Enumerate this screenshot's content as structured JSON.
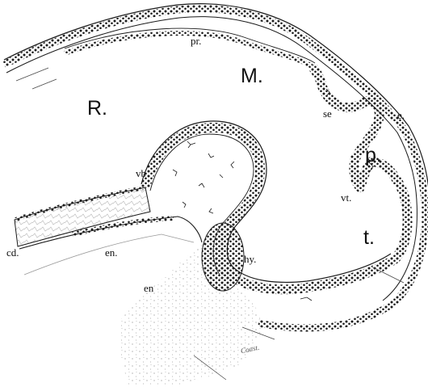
{
  "figure": {
    "labels": {
      "pr": "pr.",
      "M": "M.",
      "R": "R.",
      "se": "se",
      "e": "e.",
      "p": "p.",
      "vt": "vt.",
      "t": "t.",
      "vb": "vb",
      "cd": "cd.",
      "en1": "en.",
      "en2": "en",
      "hy": "hy."
    },
    "signature": "Coast.",
    "colors": {
      "ink": "#1a1a1a",
      "stipple": "#9a9a9a",
      "background": "#ffffff"
    }
  }
}
